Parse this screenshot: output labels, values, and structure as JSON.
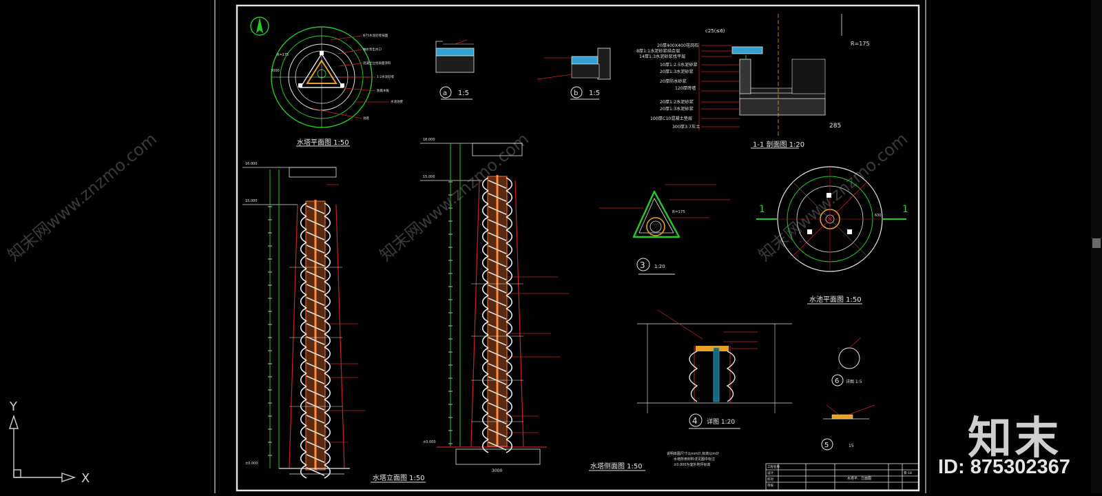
{
  "watermark": {
    "text": "知末网www.znzmo.com"
  },
  "brand": {
    "logo": "知末",
    "id_text": "ID: 875302367"
  },
  "ucs": {
    "x_label": "X",
    "y_label": "Y"
  },
  "drawing": {
    "titles": {
      "tower_plan": "水塔平面图   1:50",
      "tower_elev_left": "水塔立面图   1:50",
      "tower_elev_right": "水塔侧面图   1:50",
      "pool_plan": "水池平面图   1:50",
      "section_1": "1-1 剖面图   1:20",
      "detail_a": "1:5",
      "detail_b": "1:5",
      "detail_3": "1:20",
      "detail_4": "详图  1:20",
      "detail_5": "15",
      "detail_6": "详图  1:5"
    },
    "markers": {
      "a": "a",
      "b": "b",
      "m3": "3",
      "m4": "4",
      "m5": "5",
      "m6": "6",
      "cut_1_left": "1",
      "cut_1_right": "1"
    },
    "dims": {
      "r175_a": "R=175",
      "r175_b": "R=175",
      "d285": "285",
      "d630": "630",
      "c25": "c25(≤6)",
      "elev_top_left": "16.000",
      "elev_mid_left": "15.000",
      "elev_base_left": "±0.000",
      "elev_top_right": "18.000",
      "elev_mid_right": "15.000",
      "elev_base_right": "±0.000",
      "base_width": "3000"
    },
    "section_layers": [
      "20厚400X400花岗石",
      "8厚1:1水泥砂浆结合层",
      "14厚1:3水泥砂浆找平层",
      "10厚1:2.5水泥砂浆",
      "20厚1:3水泥砂浆",
      "20厚防水砂浆",
      "120厚砖墙",
      "20厚1:2水泥砂浆",
      "20厚1:3水泥砂浆",
      "100厚C10混凝土垫层",
      "300厚3:7灰土"
    ],
    "notes": {
      "label": "说明:",
      "line1": "本图尺寸以mm计,标高以m计",
      "line2": "水塔所用材料详见图中标注",
      "line3": "±0.000为室外地坪标高"
    },
    "title_block": {
      "drawing_name": "水塔平、立面图",
      "r1c1": "工程名称",
      "r2c1": "设计",
      "r3c1": "校对",
      "r4c1": "审核",
      "sheet_no": "景-18"
    }
  }
}
